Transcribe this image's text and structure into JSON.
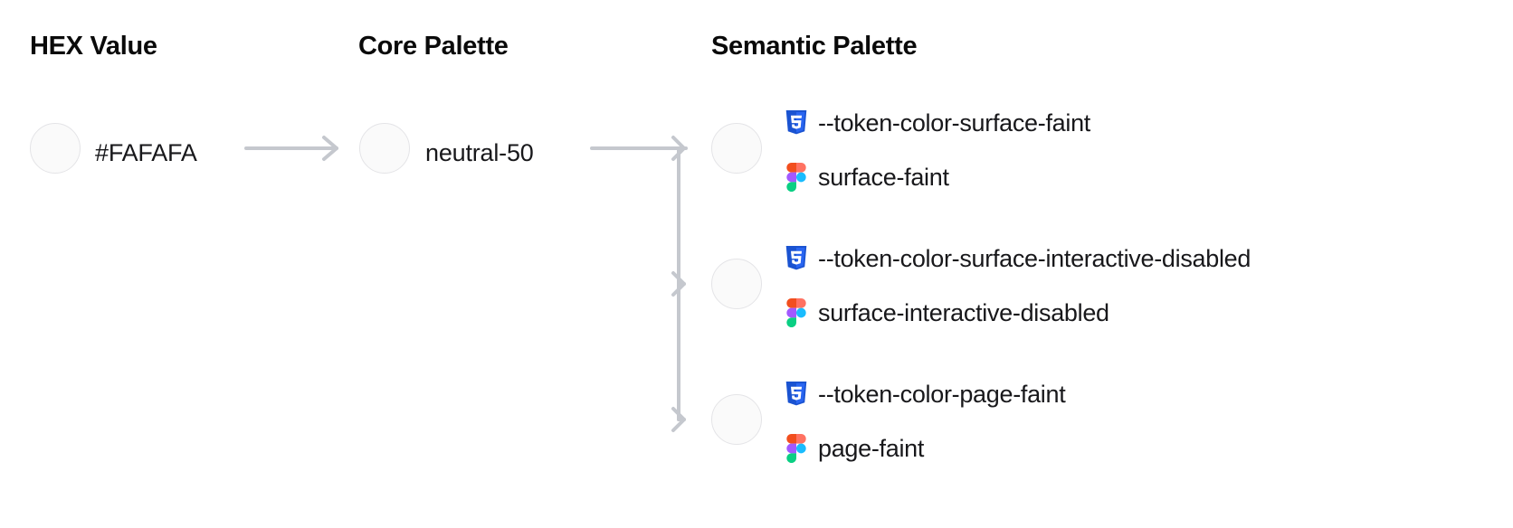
{
  "columns": {
    "hex": "HEX Value",
    "core": "Core Palette",
    "semantic": "Semantic Palette"
  },
  "hex": {
    "value": "#FAFAFA",
    "swatch_color": "#FAFAFA"
  },
  "core": {
    "value": "neutral-50",
    "swatch_color": "#FAFAFA"
  },
  "semantic": {
    "swatch_color": "#FAFAFA",
    "rows": [
      {
        "css_token": "--token-color-surface-faint",
        "figma_token": "surface-faint",
        "swatch_color": "#FAFAFA",
        "css_icon": "css3-icon",
        "figma_icon": "figma-icon"
      },
      {
        "css_token": "--token-color-surface-interactive-disabled",
        "figma_token": "surface-interactive-disabled",
        "swatch_color": "#FAFAFA",
        "css_icon": "css3-icon",
        "figma_icon": "figma-icon"
      },
      {
        "css_token": "--token-color-page-faint",
        "figma_token": "page-faint",
        "swatch_color": "#FAFAFA",
        "css_icon": "css3-icon",
        "figma_icon": "figma-icon"
      }
    ]
  },
  "palette": {
    "background": "#ffffff",
    "text": "#18181b",
    "heading": "#0a0a0a",
    "swatch_border": "#e4e4e7",
    "connector": "#c5c8ce",
    "css_blue_dark": "#1A53D1",
    "css_blue_light": "#2965F1",
    "css_glyph": "#FFFFFF",
    "figma_orange": "#F24E1E",
    "figma_salmon": "#FF7262",
    "figma_purple": "#A259FF",
    "figma_cyan": "#1ABCFE",
    "figma_green": "#0ACF83"
  }
}
